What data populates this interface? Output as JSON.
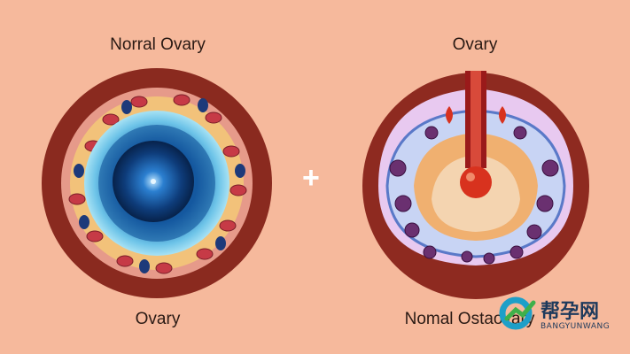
{
  "left_panel": {
    "title": "Norral Ovary",
    "caption": "Ovary"
  },
  "right_panel": {
    "title": "Ovary",
    "caption": "Nomal Ostaovary"
  },
  "separator": {
    "symbol": "+"
  },
  "watermark": {
    "text": "帮孕网",
    "subtext": "BANGYUNWANG"
  },
  "colors": {
    "background": "#f6b99c",
    "outer_ring": "#8e2a20",
    "follicle_blue": "#1f6fb8",
    "egg_red": "#d8321e"
  },
  "icons": {
    "left": "ovary-cross-section-icon",
    "right": "ovary-section-icon",
    "watermark": "magnifier-logo-icon"
  }
}
